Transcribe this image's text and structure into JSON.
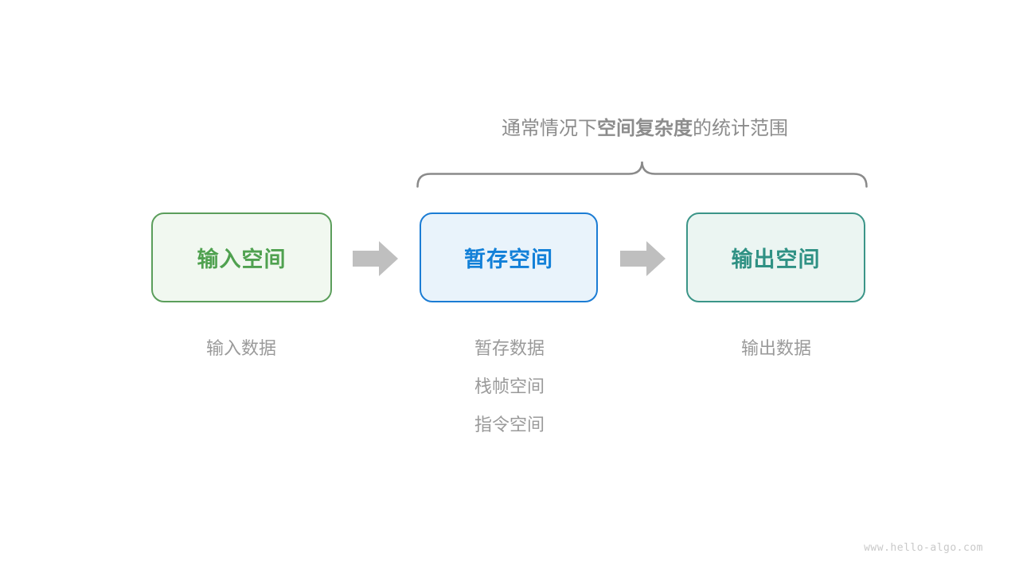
{
  "title": {
    "prefix": "通常情况下",
    "emphasis": "空间复杂度",
    "suffix": "的统计范围"
  },
  "boxes": [
    {
      "id": "input-space",
      "label": "输入空间",
      "text_color": "#4fa14f",
      "border_color": "#5b9e5b",
      "bg_color": "#f1f8f0"
    },
    {
      "id": "temp-space",
      "label": "暂存空间",
      "text_color": "#1280d8",
      "border_color": "#1b7cd4",
      "bg_color": "#e9f3fb"
    },
    {
      "id": "output-space",
      "label": "输出空间",
      "text_color": "#2f9184",
      "border_color": "#3b9588",
      "bg_color": "#ebf5f2"
    }
  ],
  "annotations": {
    "input": "输入数据",
    "temp": [
      "暂存数据",
      "栈帧空间",
      "指令空间"
    ],
    "output": "输出数据"
  },
  "colors": {
    "arrow": "#bfbfbf",
    "brace": "#8a8a8a",
    "title_text": "#8c8c8c",
    "annotation_text": "#9a9a9a",
    "watermark_text": "#c9c9c9"
  },
  "watermark": "www.hello-algo.com"
}
